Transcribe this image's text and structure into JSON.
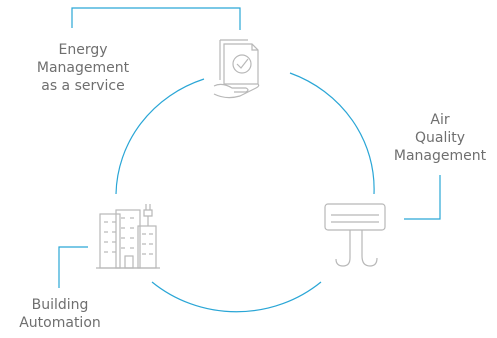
{
  "diagram": {
    "nodes": [
      {
        "id": "energy",
        "label_lines": [
          "Energy",
          "Management",
          "as a service"
        ],
        "icon": "document-check-hand-icon"
      },
      {
        "id": "air",
        "label_lines": [
          "Air",
          "Quality",
          "Management"
        ],
        "icon": "air-conditioner-icon"
      },
      {
        "id": "building",
        "label_lines": [
          "Building",
          "Automation"
        ],
        "icon": "buildings-plug-icon"
      }
    ],
    "colors": {
      "accent": "#2aa6d6",
      "icon": "#b8b8b8",
      "text": "#6f6f6f"
    }
  }
}
